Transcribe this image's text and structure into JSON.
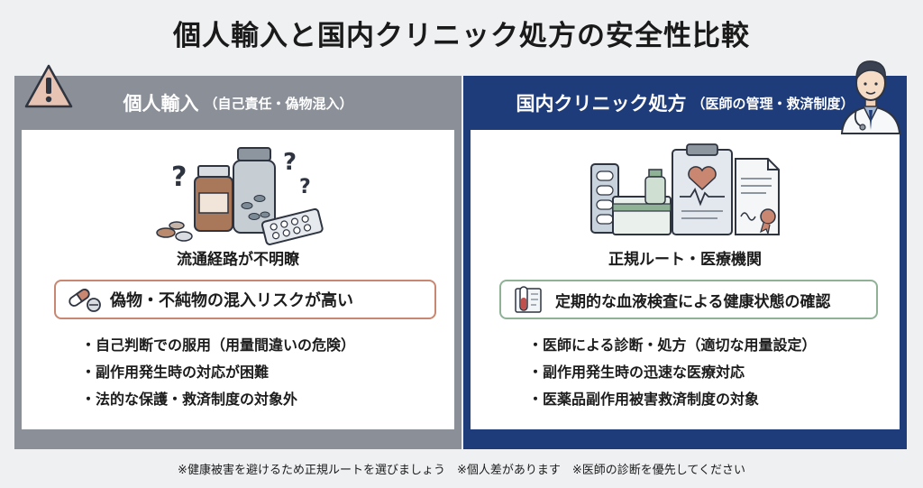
{
  "title": "個人輸入と国内クリニック処方の安全性比較",
  "left": {
    "header_main": "個人輸入",
    "header_sub": "（自己責任・偽物混入）",
    "caption": "流通経路が不明瞭",
    "callout": "偽物・不純物の混入リスクが高い",
    "bullets": [
      "自己判断での服用（用量間違いの危険）",
      "副作用発生時の対応が困難",
      "法的な保護・救済制度の対象外"
    ],
    "color": "#8a8f98",
    "callout_border": "#c98670"
  },
  "right": {
    "header_main": "国内クリニック処方",
    "header_sub": "（医師の管理・救済制度）",
    "caption": "正規ルート・医療機関",
    "callout": "定期的な血液検査による健康状態の確認",
    "bullets": [
      "医師による診断・処方（適切な用量設定）",
      "副作用発生時の迅速な医療対応",
      "医薬品副作用被害救済制度の対象"
    ],
    "color": "#1f3c7a",
    "callout_border": "#8fb195"
  },
  "bullet_mark": "・",
  "icons": {
    "warning": "warning-triangle-icon",
    "doctor": "doctor-icon",
    "left_illustration": "medicine-bottles-question-icon",
    "right_illustration": "medical-documents-icon",
    "left_callout": "capsule-pill-icon",
    "right_callout": "blood-test-tube-icon"
  },
  "footer": "※健康被害を避けるため正規ルートを選びましょう　※個人差があります　※医師の診断を優先してください"
}
